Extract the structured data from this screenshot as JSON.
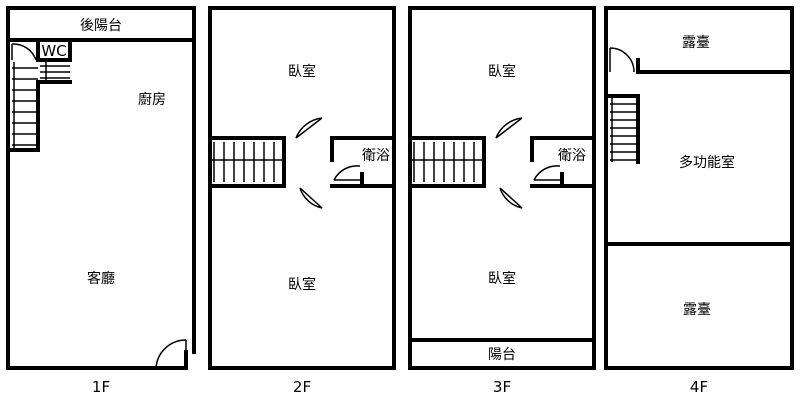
{
  "floors": [
    {
      "label": "1F",
      "rooms": {
        "rear_balcony": "後陽台",
        "wc": "WC",
        "kitchen": "廚房",
        "living_room": "客廳"
      }
    },
    {
      "label": "2F",
      "rooms": {
        "bedroom_top": "臥室",
        "bathroom": "衛浴",
        "bedroom_bottom": "臥室"
      }
    },
    {
      "label": "3F",
      "rooms": {
        "bedroom_top": "臥室",
        "bathroom": "衛浴",
        "bedroom_bottom": "臥室",
        "balcony": "陽台"
      }
    },
    {
      "label": "4F",
      "rooms": {
        "terrace_top": "露臺",
        "multipurpose_room": "多功能室",
        "terrace_bottom": "露臺"
      }
    }
  ]
}
